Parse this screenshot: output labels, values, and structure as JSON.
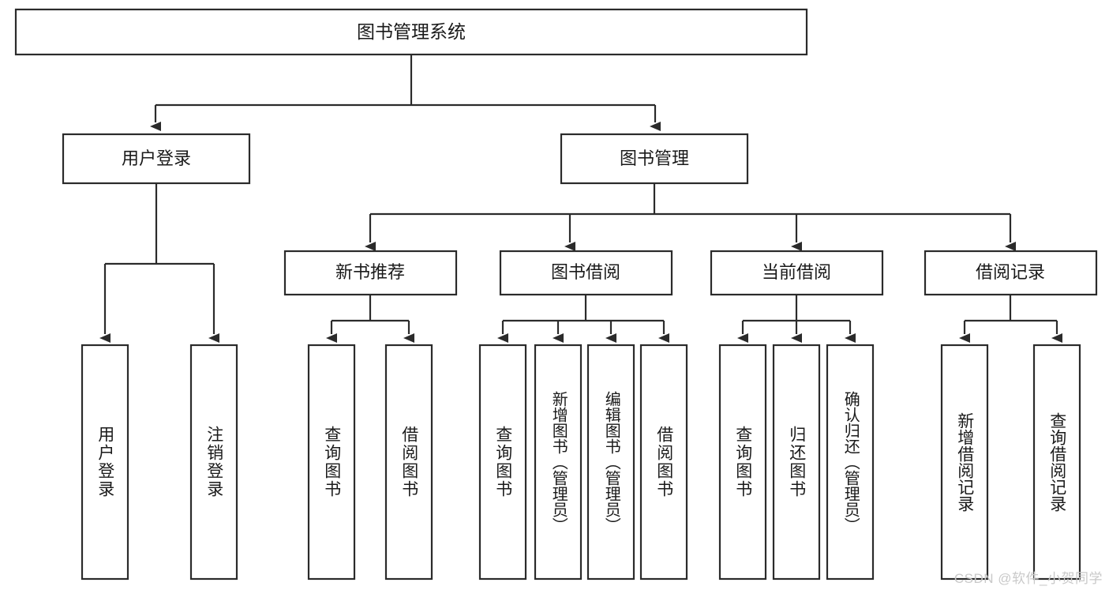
{
  "diagram": {
    "type": "tree-hierarchy",
    "title_node": {
      "label": "图书管理系统"
    },
    "level1": [
      {
        "label": "用户登录"
      },
      {
        "label": "图书管理"
      }
    ],
    "level2": [
      {
        "label": "新书推荐",
        "parent": "图书管理"
      },
      {
        "label": "图书借阅",
        "parent": "图书管理"
      },
      {
        "label": "当前借阅",
        "parent": "图书管理"
      },
      {
        "label": "借阅记录",
        "parent": "图书管理"
      }
    ],
    "leaves": {
      "user_login": [
        {
          "label": "用户登录"
        },
        {
          "label": "注销登录"
        }
      ],
      "new_book_recommend": [
        {
          "label": "查询图书"
        },
        {
          "label": "借阅图书"
        }
      ],
      "book_borrow": [
        {
          "label": "查询图书"
        },
        {
          "label": "新增图书（管理员）"
        },
        {
          "label": "编辑图书（管理员）"
        },
        {
          "label": "借阅图书"
        }
      ],
      "current_borrow": [
        {
          "label": "查询图书"
        },
        {
          "label": "归还图书"
        },
        {
          "label": "确认归还（管理员）"
        }
      ],
      "borrow_record": [
        {
          "label": "新增借阅记录"
        },
        {
          "label": "查询借阅记录"
        }
      ]
    },
    "watermark": "CSDN @软件_小贺同学",
    "colors": {
      "stroke": "#2b2b2b",
      "box_fill": "#ffffff",
      "text": "#1a1a1a",
      "watermark": "#c9c9c9",
      "background": "#ffffff"
    }
  }
}
